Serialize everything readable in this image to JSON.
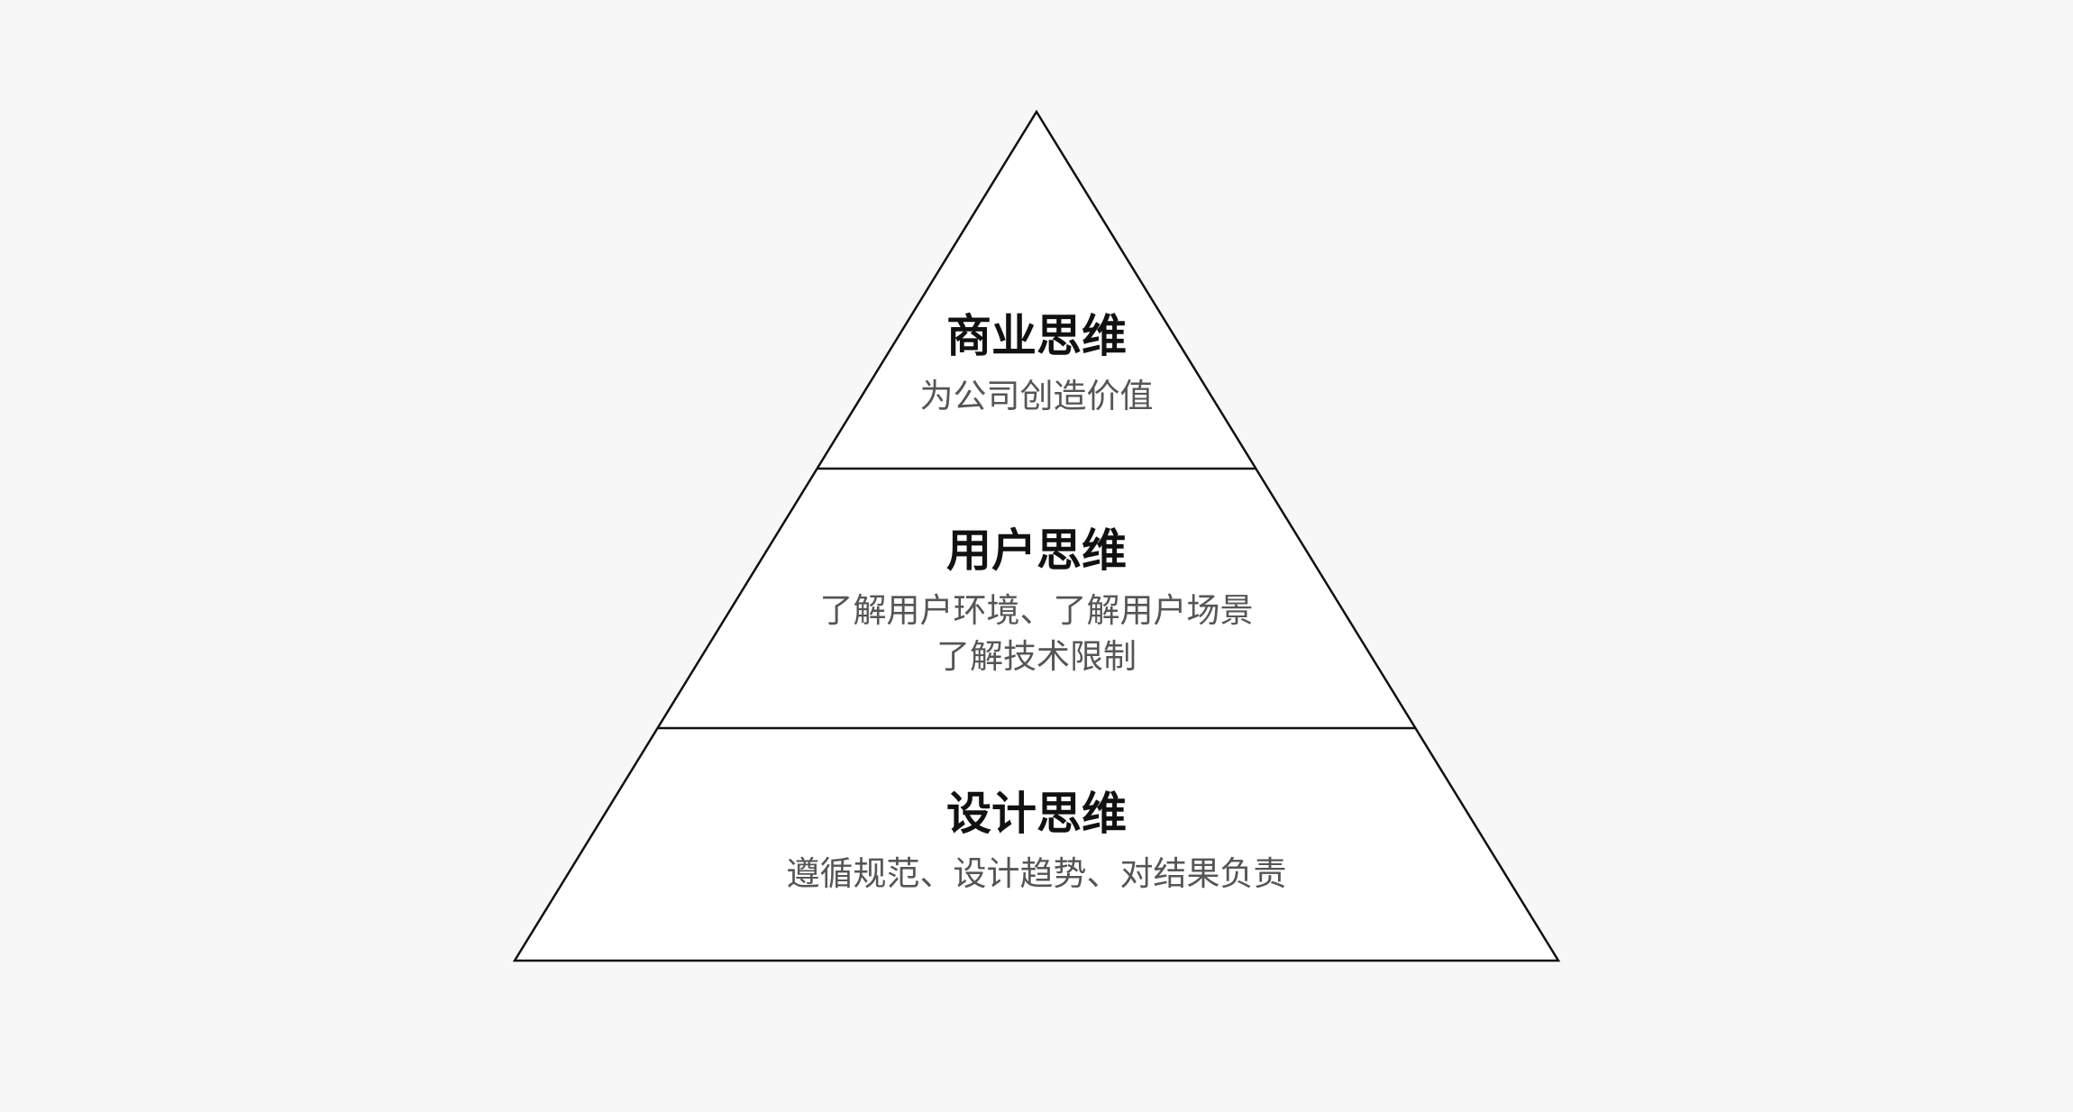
{
  "colors": {
    "background": "#f7f7f7",
    "fill": "#ffffff",
    "stroke": "#111111",
    "title": "#111111",
    "description": "#555555"
  },
  "layers": [
    {
      "title": "商业思维",
      "lines": [
        "为公司创造价值"
      ]
    },
    {
      "title": "用户思维",
      "lines": [
        "了解用户环境、了解用户场景",
        "了解技术限制"
      ]
    },
    {
      "title": "设计思维",
      "lines": [
        "遵循规范、设计趋势、对结果负责"
      ]
    }
  ]
}
